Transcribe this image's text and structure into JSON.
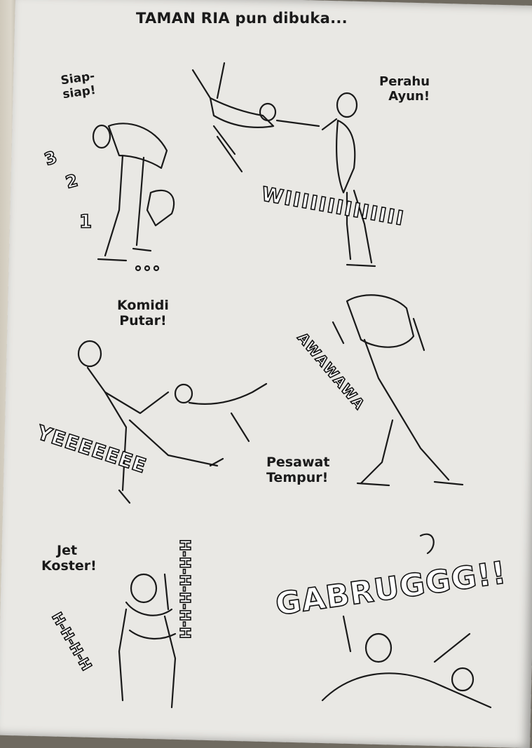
{
  "title": "TAMAN RIA pun dibuka...",
  "panels": [
    {
      "id": "siap",
      "label_line1": "Siap-",
      "label_line2": "siap!"
    },
    {
      "id": "perahu",
      "label_line1": "Perahu",
      "label_line2": "Ayun!"
    },
    {
      "id": "komidi",
      "label_line1": "Komidi",
      "label_line2": "Putar!"
    },
    {
      "id": "pesawat",
      "label_line1": "Pesawat",
      "label_line2": "Tempur!"
    },
    {
      "id": "jet",
      "label_line1": "Jet",
      "label_line2": "Koster!"
    }
  ],
  "sfx": {
    "countdown_3": "3",
    "countdown_2": "2",
    "countdown_1": "1",
    "swing": "WIIIIIIIIIIIIII",
    "yee": "YEEEEEEE",
    "awawa": "AWAWAWA",
    "gabruggg": "GABRUGGG!!",
    "hhh_left": "H-H-H-H",
    "hhh_right": "H-H-H-H-H-H"
  }
}
